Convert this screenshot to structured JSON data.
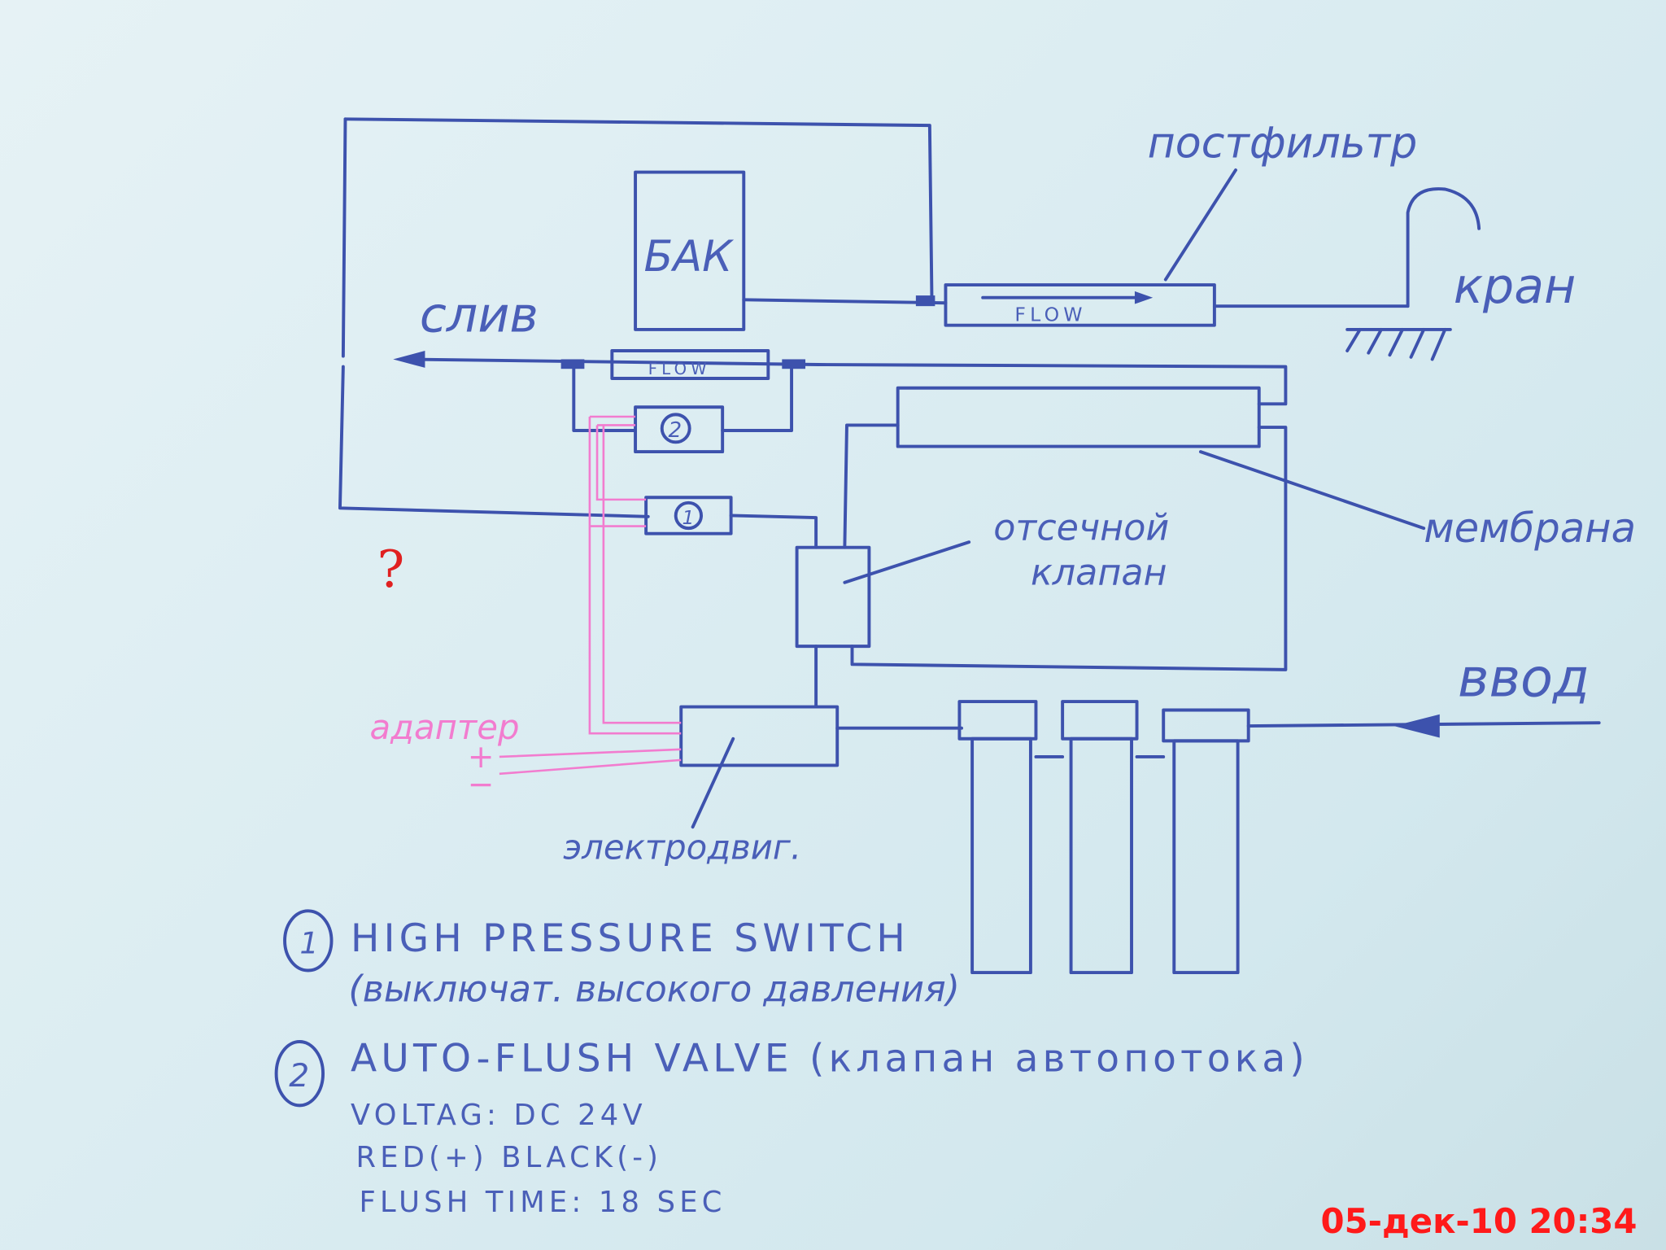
{
  "diagram": {
    "tank_label": "БАК",
    "postfilter_label": "постфильтр",
    "postfilter_flow_label": "FLOW",
    "faucet_label": "кран",
    "drain_label": "слив",
    "restrictor_flow_label": "FLOW",
    "valve2_number": "2",
    "valve1_number": "1",
    "membrane_label": "мембрана",
    "shutoff_valve_label_line1": "отсечной",
    "shutoff_valve_label_line2": "клапан",
    "inlet_label": "ввод",
    "adapter_label": "адаптер",
    "adapter_plus": "+",
    "adapter_minus": "−",
    "motor_label": "электродвиг.",
    "question_mark": "?"
  },
  "legend": {
    "item1_number": "1",
    "item1_title": "HIGH PRESSURE SWITCH",
    "item1_subtitle": "(выключат. высокого давления)",
    "item2_number": "2",
    "item2_title": "AUTO-FLUSH VALVE (клапан автопотока)",
    "voltage": "VOLTAG: DC 24V",
    "wires": "RED(+) BLACK(-)",
    "flush_time": "FLUSH TIME: 18 SEC"
  },
  "timestamp": "05-дек-10 20:34",
  "colors": {
    "ink": "#3d52ad",
    "wire": "#f27ccf",
    "stamp": "#ff1a1a",
    "paper": "#dcedf2"
  }
}
